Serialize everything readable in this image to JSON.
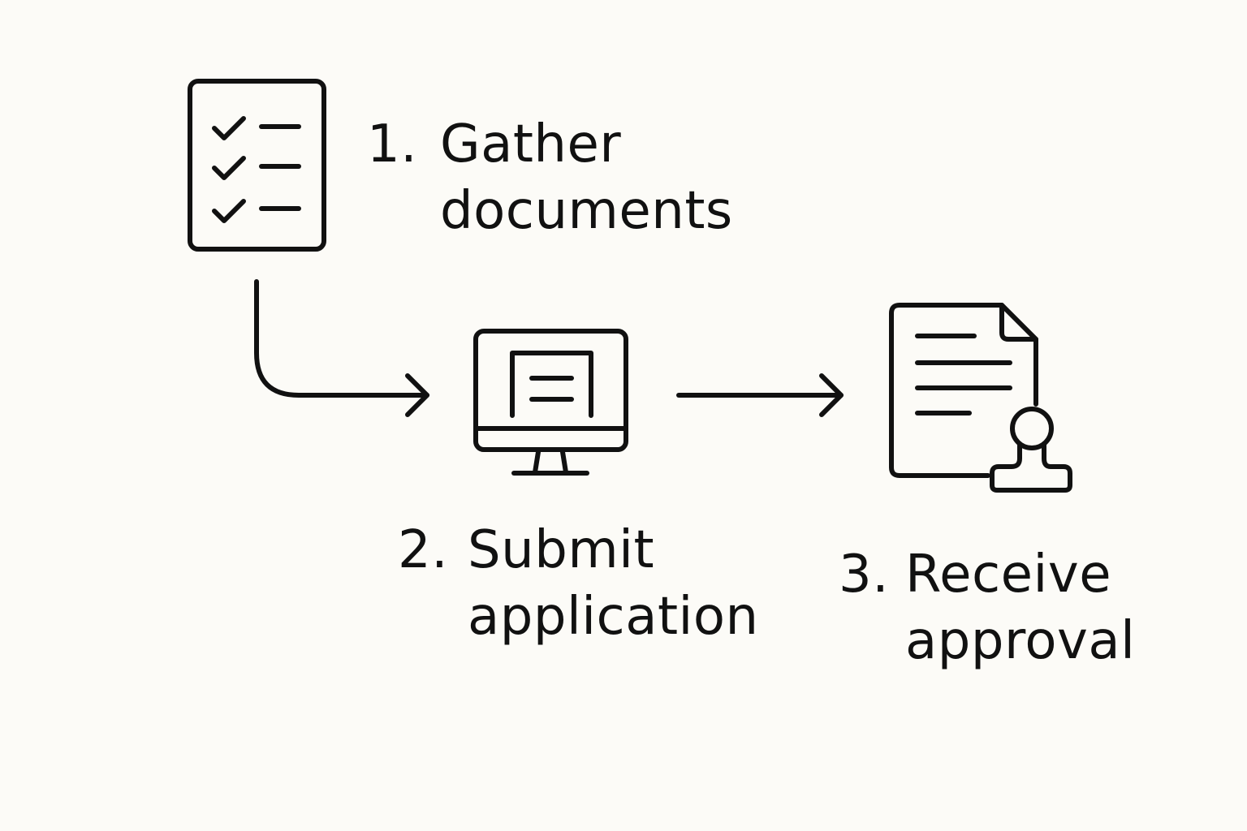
{
  "steps": [
    {
      "number": "1.",
      "line1": "Gather",
      "line2": "documents",
      "icon": "checklist-icon"
    },
    {
      "number": "2.",
      "line1": "Submit",
      "line2": "application",
      "icon": "monitor-icon"
    },
    {
      "number": "3.",
      "line1": "Receive",
      "line2": "approval",
      "icon": "approved-document-stamp-icon"
    }
  ],
  "colors": {
    "background": "#fcfbf7",
    "ink": "#111111"
  }
}
